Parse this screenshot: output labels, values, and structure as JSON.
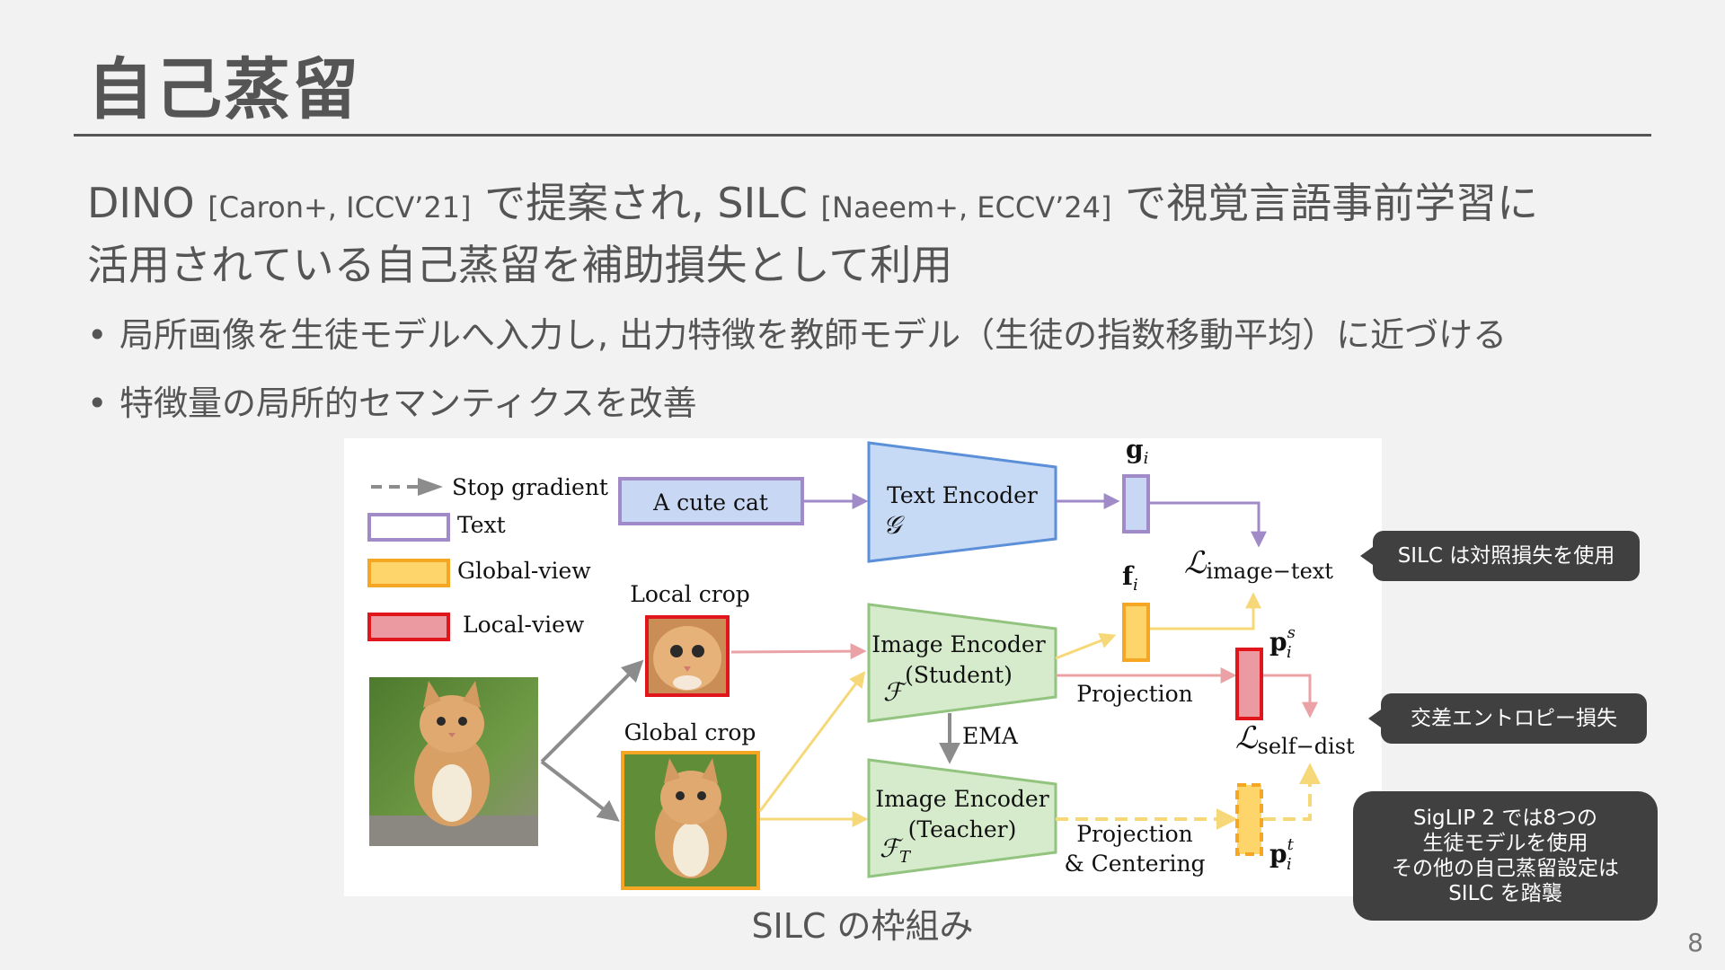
{
  "slide": {
    "title": "自己蒸留",
    "lead": {
      "dino": "DINO",
      "dino_cite": "[Caron+, ICCV’21]",
      "mid": "で提案され, SILC",
      "silc_cite": "[Naeem+, ECCV’24]",
      "tail": "で視覚言語事前学習に",
      "line2": "活用されている自己蒸留を補助損失として利用"
    },
    "bullets": [
      "局所画像を生徒モデルへ入力し, 出力特徴を教師モデル（生徒の指数移動平均）に近づける",
      "特徴量の局所的セマンティクスを改善"
    ],
    "caption": "SILC の枠組み",
    "page_number": "8"
  },
  "figure": {
    "legend": {
      "stop_gradient": "Stop gradient",
      "text": "Text",
      "global_view": "Global-view",
      "local_view": "Local-view"
    },
    "text_input": "A cute cat",
    "text_encoder": "Text Encoder",
    "text_encoder_sym": "𝒢",
    "local_crop": "Local crop",
    "global_crop": "Global crop",
    "student": {
      "line1": "Image Encoder",
      "line2": "(Student)",
      "sym": "ℱ"
    },
    "teacher": {
      "line1": "Image Encoder",
      "line2": "(Teacher)",
      "sym": "ℱ",
      "sym_sub": "T"
    },
    "ema": "EMA",
    "projection": "Projection",
    "projection_centering_1": "Projection",
    "projection_centering_2": "& Centering",
    "g_label": "g",
    "g_sub": "i",
    "f_label": "f",
    "f_sub": "i",
    "ps_label": "p",
    "ps_sub": "i",
    "ps_sup": "s",
    "pt_label": "p",
    "pt_sub": "i",
    "pt_sup": "t",
    "loss_it_sym": "ℒ",
    "loss_it_sub": "image−text",
    "loss_sd_sym": "ℒ",
    "loss_sd_sub": "self−dist",
    "colors": {
      "text": "#a08ac8",
      "text_fill": "#c8d8f4",
      "global": "#f5a623",
      "global_fill": "#fdd56a",
      "global_arrow": "#f7d878",
      "local": "#e0161c",
      "local_fill": "#ea9aa0",
      "local_arrow": "#eba2a6",
      "encoder_img_fill": "#d5ebcb",
      "encoder_img_stroke": "#92c47f",
      "encoder_txt_fill": "#c6d9f5",
      "encoder_txt_stroke": "#5b8fd8",
      "gray_arrow": "#8c8c8c"
    }
  },
  "callouts": {
    "contrastive": "SILC は対照損失を使用",
    "cross_entropy": "交差エントロピー損失",
    "siglip": [
      "SigLIP 2 では8つの",
      "生徒モデルを使用",
      "その他の自己蒸留設定は",
      "SILC を踏襲"
    ]
  }
}
